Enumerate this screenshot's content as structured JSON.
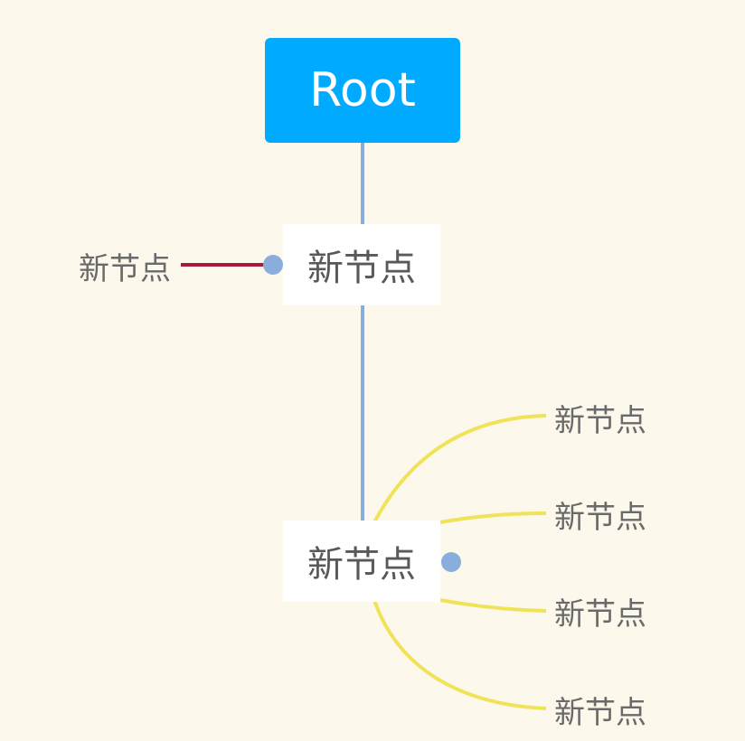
{
  "mindmap": {
    "root": {
      "label": "Root",
      "color": "#00aaff"
    },
    "branches": [
      {
        "label": "新节点",
        "children": [
          {
            "label": "新节点",
            "side": "left",
            "link_color": "#a8193a"
          }
        ]
      },
      {
        "label": "新节点",
        "children": [
          {
            "label": "新节点",
            "side": "right",
            "link_color": "#f0e35a"
          },
          {
            "label": "新节点",
            "side": "right",
            "link_color": "#f0e35a"
          },
          {
            "label": "新节点",
            "side": "right",
            "link_color": "#f0e35a"
          },
          {
            "label": "新节点",
            "side": "right",
            "link_color": "#f0e35a"
          }
        ]
      }
    ],
    "trunk_color": "#8aaedb",
    "expander_color": "#8aaedb"
  }
}
